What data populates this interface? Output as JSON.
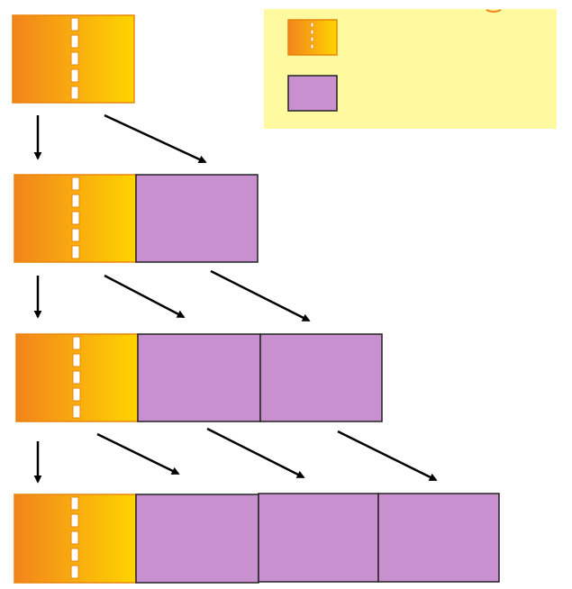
{
  "colors": {
    "page_background": "#ffffff",
    "legend_background": "#fff9a0",
    "chunk_gradient_start": "#f2841c",
    "chunk_gradient_end": "#ffd400",
    "chunk_border": "#e8860a",
    "perforation": "#ffffff",
    "purple_block": "#c990cf",
    "block_border": "#222222",
    "arrow": "#000000"
  },
  "legend": {
    "items": [
      {
        "name": "legend-striped-block",
        "icon": "perforated-orange-block-icon"
      },
      {
        "name": "legend-purple-block",
        "icon": "purple-block-icon"
      }
    ]
  },
  "rows": [
    {
      "purple_block_count": 0
    },
    {
      "purple_block_count": 1
    },
    {
      "purple_block_count": 2
    },
    {
      "purple_block_count": 3
    }
  ]
}
